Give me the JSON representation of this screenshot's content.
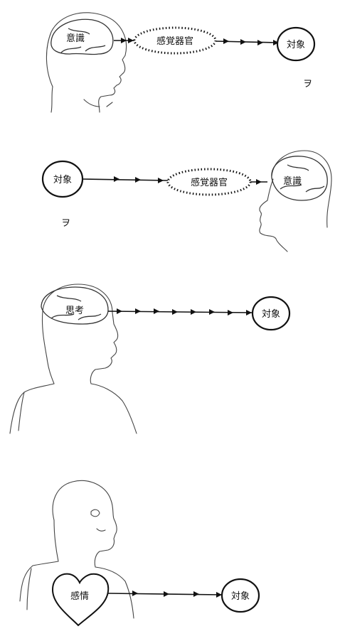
{
  "panels": [
    {
      "id": "panel1",
      "head_label": "意識",
      "organ_label": "感覚器官",
      "object_label": "対象",
      "mark": "ヲ"
    },
    {
      "id": "panel2",
      "object_label": "対象",
      "mark": "ヲ",
      "organ_label": "感覚器官",
      "head_label": "意識"
    },
    {
      "id": "panel3",
      "head_label": "思考",
      "object_label": "対象"
    },
    {
      "id": "panel4",
      "heart_label": "感情",
      "object_label": "対象"
    }
  ]
}
